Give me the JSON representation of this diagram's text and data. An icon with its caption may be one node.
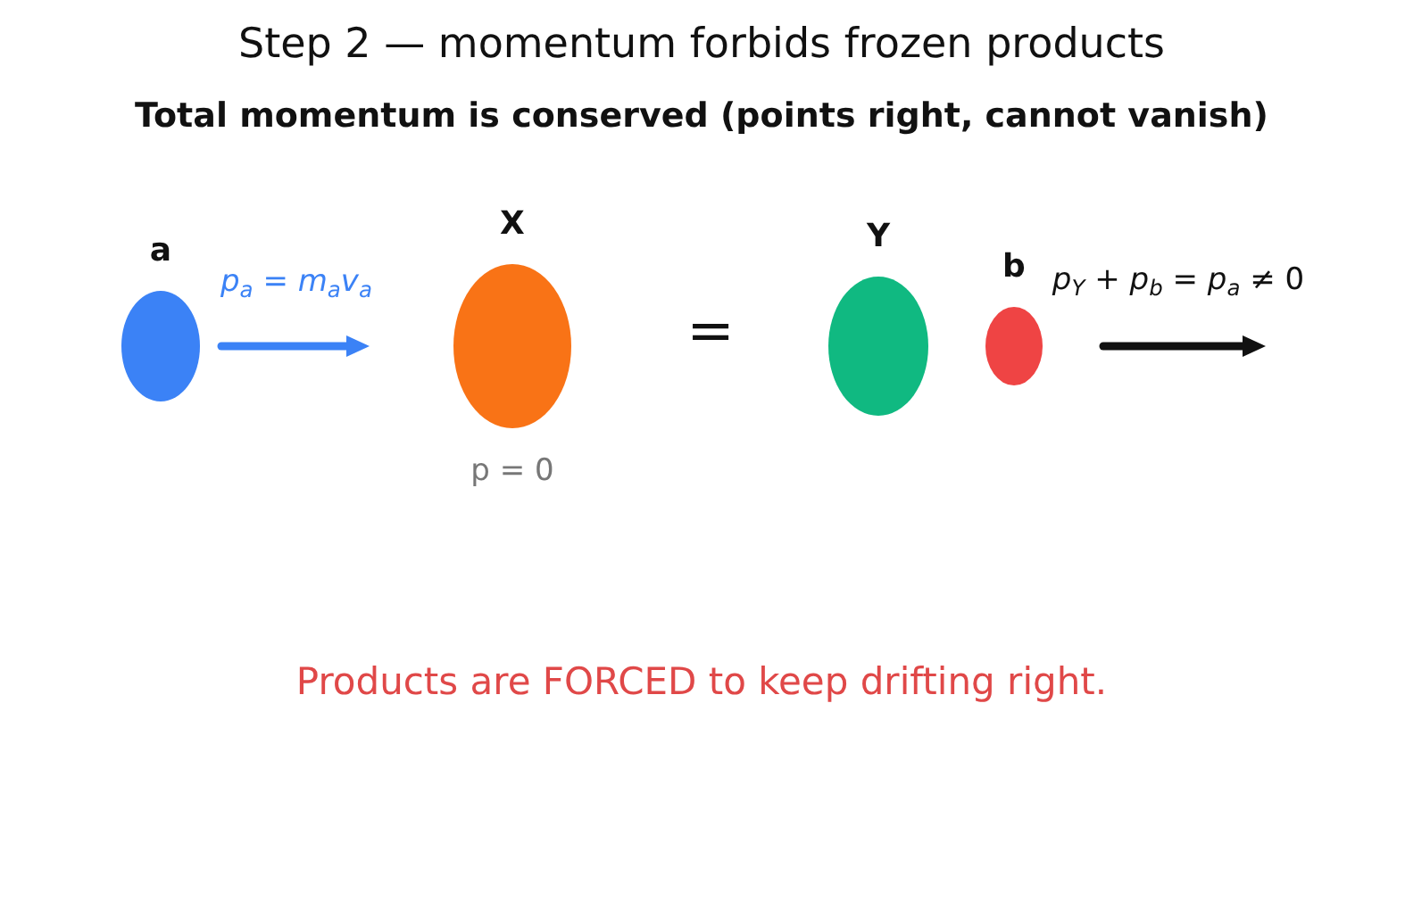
{
  "diagram": {
    "title": "Step 2 — momentum forbids frozen products",
    "nodes": [
      {
        "text": [
          "a"
        ]
      },
      {
        "text": [
          "X"
        ],
        "beside": [
          "p = 0"
        ]
      },
      {
        "text": [
          "Y"
        ]
      },
      {
        "text": [
          "b"
        ]
      }
    ],
    "labels": [
      "Total momentum is conserved (points right, cannot vanish)",
      "*p*$_{a}$ = *m*$_{a}$*v*$_{a}$",
      "=",
      "*p*$_{Y}$ + *p*$_{b}$ = *p*$_{a}$ ≠ 0",
      "Products are FORCED to keep drifting right."
    ]
  }
}
